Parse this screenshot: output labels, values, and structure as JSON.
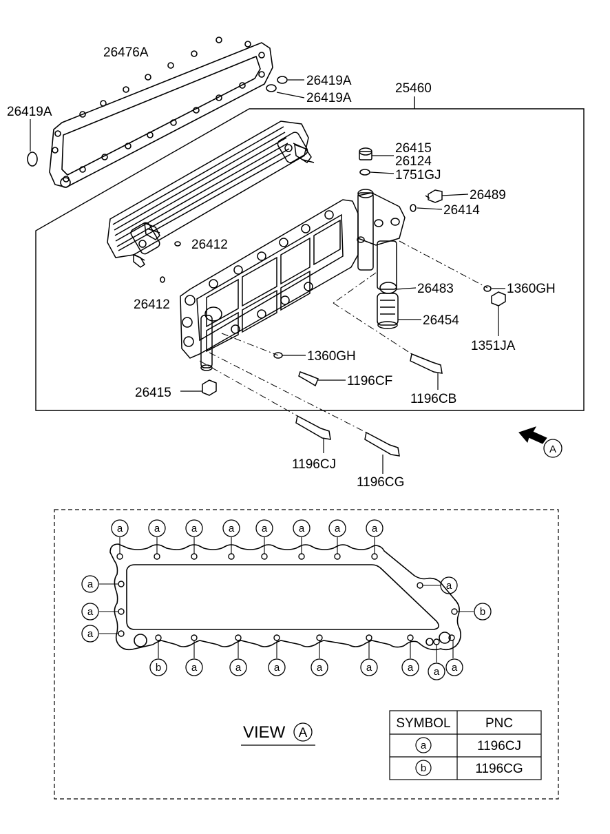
{
  "part_labels": [
    {
      "id": "p26476A",
      "text": "26476A"
    },
    {
      "id": "p26419A_l",
      "text": "26419A"
    },
    {
      "id": "p26419A_r1",
      "text": "26419A"
    },
    {
      "id": "p26419A_r2",
      "text": "26419A"
    },
    {
      "id": "p25460",
      "text": "25460"
    },
    {
      "id": "p26415_t",
      "text": "26415"
    },
    {
      "id": "p26124",
      "text": "26124"
    },
    {
      "id": "p1751GJ",
      "text": "1751GJ"
    },
    {
      "id": "p26489",
      "text": "26489"
    },
    {
      "id": "p26414",
      "text": "26414"
    },
    {
      "id": "p26412_a",
      "text": "26412"
    },
    {
      "id": "p26412_b",
      "text": "26412"
    },
    {
      "id": "p26483",
      "text": "26483"
    },
    {
      "id": "p1360GH_r",
      "text": "1360GH"
    },
    {
      "id": "p26454",
      "text": "26454"
    },
    {
      "id": "p1351JA",
      "text": "1351JA"
    },
    {
      "id": "p1360GH_m",
      "text": "1360GH"
    },
    {
      "id": "p1196CF",
      "text": "1196CF"
    },
    {
      "id": "p1196CB",
      "text": "1196CB"
    },
    {
      "id": "p26415_b",
      "text": "26415"
    },
    {
      "id": "p1196CJ",
      "text": "1196CJ"
    },
    {
      "id": "p1196CG",
      "text": "1196CG"
    }
  ],
  "view_marker": {
    "letter": "A"
  },
  "view_title": {
    "text": "VIEW",
    "letter": "A"
  },
  "symbol_a": "a",
  "symbol_b": "b",
  "legend": {
    "headers": [
      "SYMBOL",
      "PNC"
    ],
    "rows": [
      {
        "symbol": "a",
        "pnc": "1196CJ"
      },
      {
        "symbol": "b",
        "pnc": "1196CG"
      }
    ]
  }
}
